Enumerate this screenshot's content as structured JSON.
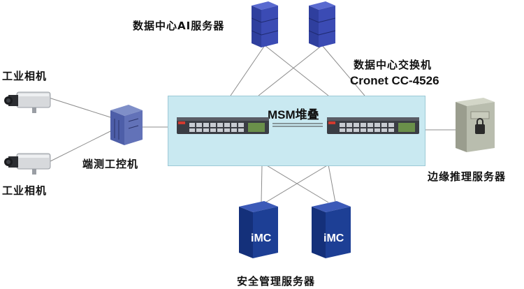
{
  "labels": {
    "dc_ai_server": "数据中心AI服务器",
    "dc_switch": "数据中心交换机",
    "switch_model": "Cronet CC-4526",
    "msm_stack": "MSM堆叠",
    "camera_top": "工业相机",
    "camera_bottom": "工业相机",
    "edge_ipc": "端测工控机",
    "edge_inference_server": "边缘推理服务器",
    "security_server": "安全管理服务器"
  },
  "imc_badge_1": "iMC",
  "imc_badge_2": "iMC",
  "colors": {
    "msm_background": "#c9e9f1",
    "server_blue": "#2f3f9e",
    "imc_blue": "#1d3f95",
    "cabinet_gray": "#b9bdae",
    "link_gray": "#8c8c8c"
  }
}
